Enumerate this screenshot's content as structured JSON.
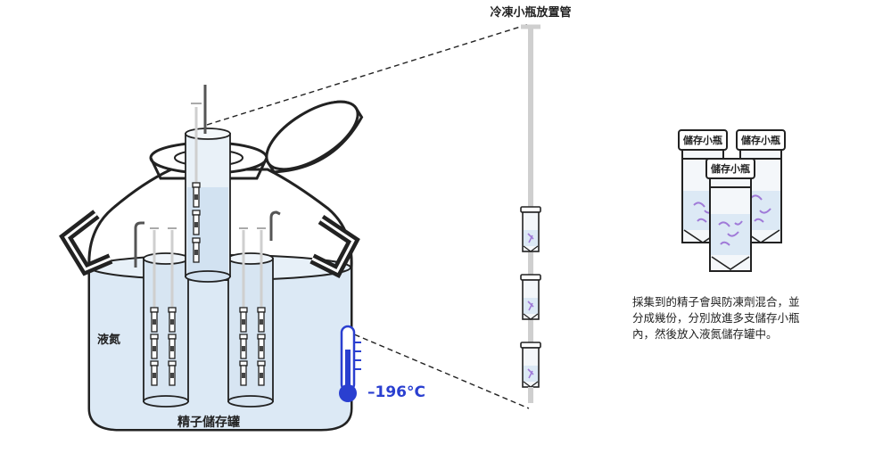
{
  "labels": {
    "tube_title": "冷凍小瓶放置管",
    "nitrogen": "液氮",
    "tank": "精子儲存罐",
    "temperature": "–196°C",
    "vial": "儲存小瓶"
  },
  "description": [
    "採集到的精子會與防凍劑混合，並",
    "分成幾份，分別放進多支儲存小瓶",
    "內，然後放入液氮儲存罐中。"
  ],
  "colors": {
    "outline": "#222222",
    "nitrogen": "#dce9f5",
    "thermometer": "#2a3fd0",
    "sperm": "#a07ad8",
    "rod": "#cfcfcf"
  }
}
